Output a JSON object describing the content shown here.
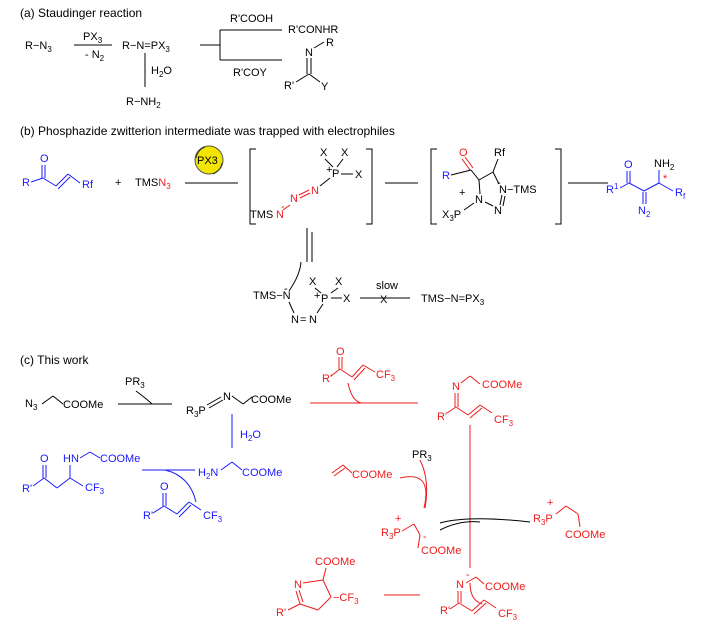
{
  "section_a": {
    "header": "(a) Staudinger reaction",
    "azide": "R−N",
    "azide_sub": "3",
    "reagent_top": "PX",
    "reagent_top_sub": "3",
    "reagent_bottom": "- N",
    "reagent_bottom_sub": "2",
    "iminophosphorane": "R−N=PX",
    "iminophosphorane_sub": "3",
    "acid_reagent": "R'COOH",
    "amide_product": "R'CONHR",
    "acyl_reagent": "R'COY",
    "imine_N": "N",
    "imine_R": "R",
    "imine_R1": "R'",
    "imine_Y": "Y",
    "water": "H",
    "water_sub": "2",
    "water_end": "O",
    "amine": "R−NH",
    "amine_sub": "2"
  },
  "section_b": {
    "header": "(b) Phosphazide zwitterion intermediate was trapped with electrophiles",
    "enone_R": "R",
    "enone_O": "O",
    "enone_Rf": "Rf",
    "plus": "+",
    "tmsn3_a": "TMS",
    "tmsn3_b": "N",
    "tmsn3_sub": "3",
    "catalyst": "PX3",
    "zw_X1": "X",
    "zw_X2": "X",
    "zw_X3": "X",
    "zw_P": "P",
    "zw_plus": "+",
    "zw_N1": "N",
    "zw_N2": "N",
    "zw_N3": "N",
    "zw_TMS": "TMS",
    "zw_minus": "-",
    "tri_O": "O",
    "tri_R": "R",
    "tri_Rf": "Rf",
    "tri_N1": "N",
    "tri_N2": "N",
    "tri_N3": "N",
    "tri_TMS": "−TMS",
    "tri_minus": "-",
    "tri_plus": "+",
    "tri_X3P": "X",
    "tri_X3P_sub": "3",
    "tri_P": "P",
    "prod_O": "O",
    "prod_R1": "R",
    "prod_R1_sup": "1",
    "prod_NH2": "NH",
    "prod_NH2_sub": "2",
    "prod_star": "*",
    "prod_Rf": "R",
    "prod_Rf_sub": "f",
    "prod_N2": "N",
    "prod_N2_sub": "2",
    "cyc_TMS": "TMS−N",
    "cyc_minus": "-",
    "cyc_X1": "X",
    "cyc_X2": "X",
    "cyc_X3": "X",
    "cyc_P": "P",
    "cyc_plus": "+",
    "cyc_N1": "N",
    "cyc_N2": "N",
    "cyc_eq": "=",
    "slow": "slow",
    "cross": "X",
    "final": "TMS−N=PX",
    "final_sub": "3"
  },
  "section_c": {
    "header": "(c) This work",
    "az_N3": "N",
    "az_N3_sub": "3",
    "az_COOMe": "COOMe",
    "pr3": "PR",
    "pr3_sub": "3",
    "ylide_R3P": "R",
    "ylide_R3P_sub": "3",
    "ylide_P": "P",
    "ylide_N": "N",
    "ylide_COOMe": "COOMe",
    "water": "H",
    "water_sub": "2",
    "water_end": "O",
    "amine_H2N": "H",
    "amine_H2N_sub": "2",
    "amine_N": "N",
    "amine_COOMe": "COOMe",
    "bprod_O": "O",
    "bprod_HN": "HN",
    "bprod_COOMe": "COOMe",
    "bprod_R1": "R'",
    "bprod_CF3": "CF",
    "bprod_CF3_sub": "3",
    "benone_O": "O",
    "benone_R1": "R'",
    "benone_CF3": "CF",
    "benone_CF3_sub": "3",
    "renone_O": "O",
    "renone_R1": "R'",
    "renone_CF3": "CF",
    "renone_CF3_sub": "3",
    "diene_N": "N",
    "diene_COOMe": "COOMe",
    "diene_R1": "R'",
    "diene_CF3": "CF",
    "diene_CF3_sub": "3",
    "acrylate_COOMe": "COOMe",
    "r_pr3": "PR",
    "r_pr3_sub": "3",
    "zw_R3P": "R",
    "zw_R3P_sub": "3",
    "zw_P": "P",
    "zw_plus": "+",
    "zw_minus": "-",
    "zw_COOMe": "COOMe",
    "ph_R3P": "R",
    "ph_R3P_sub": "3",
    "ph_P": "P",
    "ph_plus": "+",
    "ph_COOMe": "COOMe",
    "anion_N": "N",
    "anion_minus": "-",
    "anion_COOMe": "COOMe",
    "anion_R1": "R'",
    "anion_CF3": "CF",
    "anion_CF3_sub": "3",
    "pyr_COOMe": "COOMe",
    "pyr_N": "N",
    "pyr_R1": "R'",
    "pyr_CF3": "−CF",
    "pyr_CF3_sub": "3"
  },
  "colors": {
    "black": "#000000",
    "blue": "#1a1aff",
    "red": "#ee1c1c",
    "catalyst_fill": "#f2e600"
  }
}
